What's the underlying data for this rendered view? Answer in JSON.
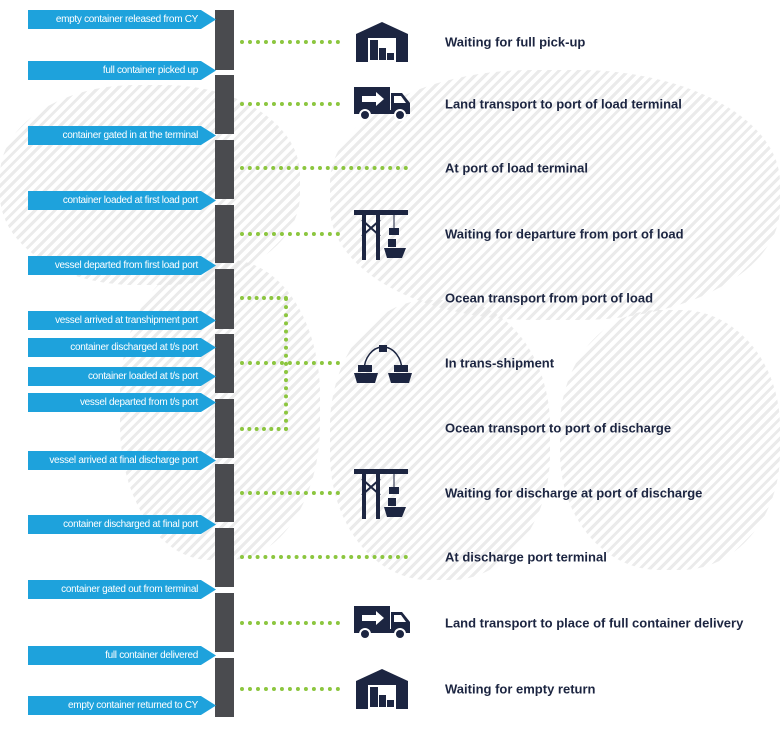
{
  "events": [
    "empty container released from CY",
    "full container picked up",
    "container gated in at the terminal",
    "container loaded at first load port",
    "vessel departed from first load port",
    "vessel arrived at transhipment port",
    "container discharged at t/s port",
    "container loaded at t/s port",
    "vessel departed from t/s port",
    "vessel arrived at final discharge port",
    "container discharged at final port",
    "container gated out from terminal",
    "full container delivered",
    "empty container returned to CY"
  ],
  "stages": [
    "Waiting for full pick-up",
    "Land transport to port of load terminal",
    "At port of load terminal",
    "Waiting for departure from port of load",
    "Ocean transport from port of load",
    "In trans-shipment",
    "Ocean transport to port of discharge",
    "Waiting for discharge at port of discharge",
    "At discharge port terminal",
    "Land transport to place of full container delivery",
    "Waiting for empty return"
  ],
  "colors": {
    "arrow": "#1ea2dc",
    "bar": "#4a4b4f",
    "dots": "#8cc63f",
    "icon": "#1c2541"
  }
}
